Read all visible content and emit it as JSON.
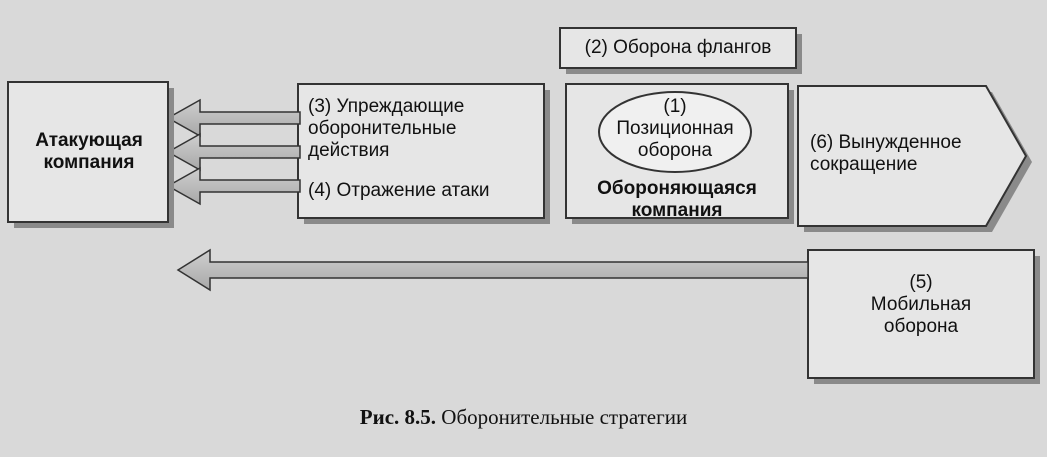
{
  "diagram": {
    "attacking": "Атакующая\nкомпания",
    "flank": "(2) Оборона флангов",
    "preemptive": "(3) Упреждающие\nоборонительные\nдействия",
    "counter": "(4) Отражение атаки",
    "positional": "(1)\nПозиционная\nоборона",
    "defending": "Обороняющаяся\nкомпания",
    "contraction": "(6) Вынужденное\nсокращение",
    "mobile": "(5)\nМобильная\nоборона"
  },
  "caption": {
    "number": "Рис. 8.5.",
    "text": "Оборонительные стратегии"
  }
}
